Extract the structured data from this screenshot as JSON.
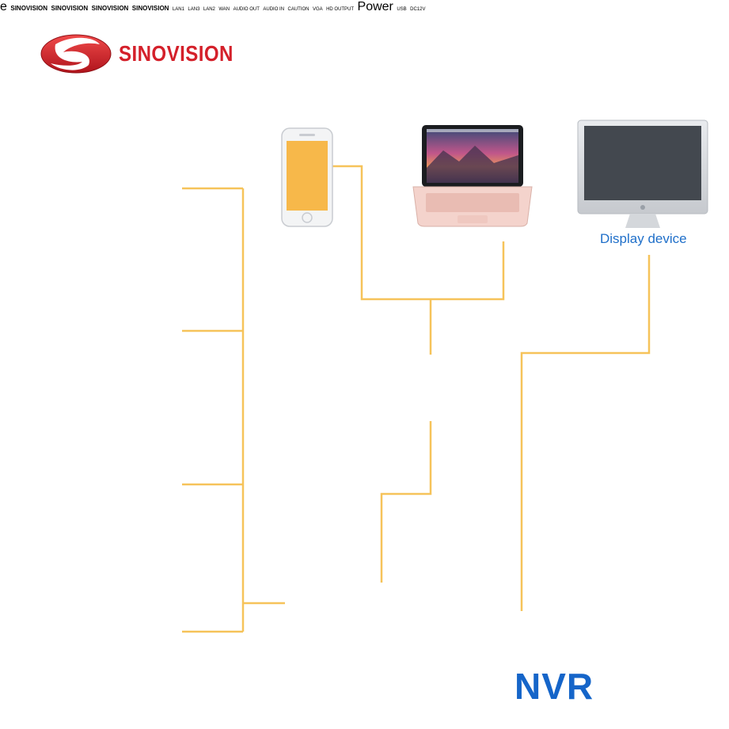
{
  "brand": {
    "name": "SINOVISION"
  },
  "labels": {
    "display_device": "Display device",
    "nvr": "NVR"
  },
  "nvr_panel": {
    "audio_out": "AUDIO OUT",
    "audio_in": "AUDIO IN",
    "lan1": "LAN1",
    "lan2": "LAN2",
    "lan3": "LAN3",
    "wan": "WAN",
    "vga": "VGA",
    "hd_output": "HD OUTPUT",
    "caution": "CAUTION",
    "power": "Power",
    "usb": "USB",
    "dc12v": "DC12V"
  },
  "cameras": [
    {
      "brand": "SINOVISION"
    },
    {
      "brand": "SINOVISION"
    },
    {
      "brand": "SINOVISION"
    },
    {
      "brand": "SINOVISION"
    }
  ],
  "icons": {
    "logo": "sinovision-swoosh-logo",
    "phone": "smartphone-icon",
    "laptop": "laptop-icon",
    "monitor": "monitor-icon",
    "browser": "internet-explorer-icon",
    "wifi": "wifi-signal-icon"
  },
  "colors": {
    "connection_line": "#f6c35a",
    "brand_red": "#d4202a",
    "label_blue": "#1565c9",
    "nvr_body": "#2c3138",
    "wifi_green": "#35b83a"
  }
}
